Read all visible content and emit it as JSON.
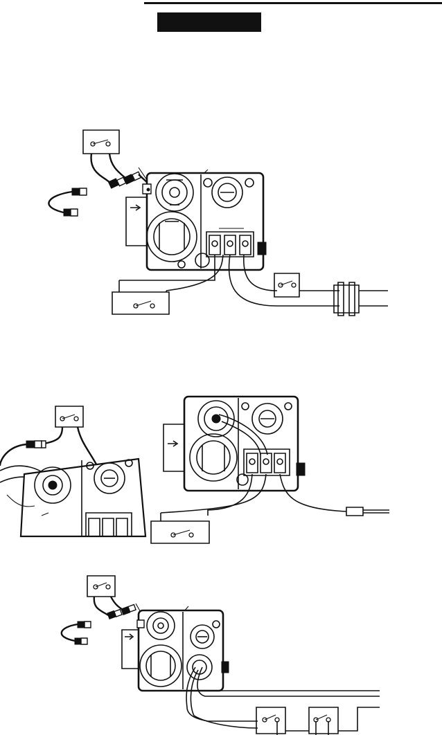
{
  "header": {
    "section_tab_label": ""
  },
  "figures": [
    {
      "id": "figure-1",
      "caption": ""
    },
    {
      "id": "figure-2",
      "caption": ""
    },
    {
      "id": "figure-3",
      "caption": ""
    }
  ],
  "colors": {
    "ink": "#111111",
    "paper": "#ffffff"
  }
}
